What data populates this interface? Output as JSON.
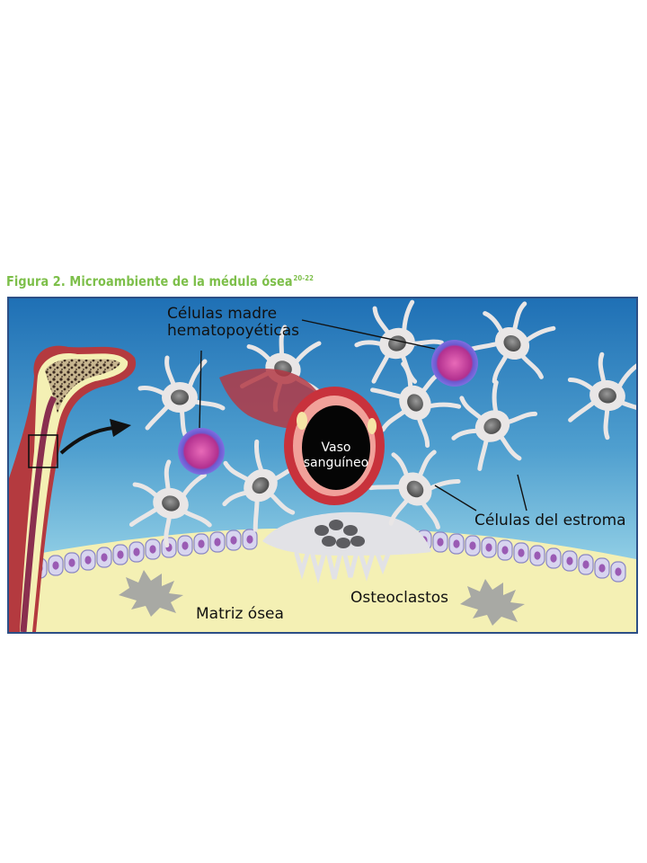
{
  "figure": {
    "title": "Figura 2. Microambiente de la médula ósea",
    "superscript": "20-22"
  },
  "labels": {
    "stem_cells_line1": "Células madre",
    "stem_cells_line2": "hematopoyéticas",
    "vessel_line1": "Vaso",
    "vessel_line2": "sanguíneo",
    "stroma": "Células del estroma",
    "osteoclasts": "Osteoclastos",
    "bone_matrix": "Matriz ósea"
  },
  "colors": {
    "title_green": "#7dbf4a",
    "border_blue": "#2c4f86",
    "background_top": "#1f73b8",
    "background_bottom": "#a9dbe9",
    "bone_yellow": "#f4f0b4",
    "stromal_cell": "#e9e6e6",
    "stem_cell": "#9e2f86",
    "vessel_wall": "#c8323c",
    "osteocyte": "#a8a9a4"
  }
}
